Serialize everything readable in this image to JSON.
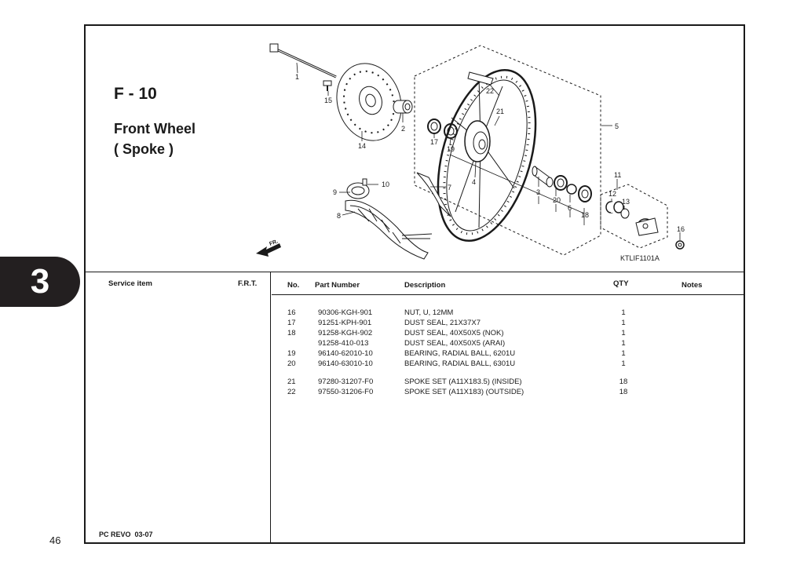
{
  "section": "3",
  "page_number": "46",
  "figure": {
    "id": "F - 10",
    "title_line1": "Front Wheel",
    "title_line2": "( Spoke )",
    "code": "KTLIF1101A",
    "fr_label": "FR.",
    "callouts": [
      "1",
      "2",
      "3",
      "4",
      "5",
      "6",
      "7",
      "8",
      "9",
      "10",
      "11",
      "12",
      "13",
      "14",
      "15",
      "16",
      "17",
      "18",
      "19",
      "20",
      "21",
      "22"
    ]
  },
  "table": {
    "headers": {
      "service_item": "Service item",
      "frt": "F.R.T.",
      "no": "No.",
      "part_number": "Part Number",
      "description": "Description",
      "qty": "QTY",
      "notes": "Notes"
    },
    "rows": [
      {
        "no": "16",
        "part": "90306-KGH-901",
        "desc": "NUT, U, 12MM",
        "qty": "1"
      },
      {
        "no": "17",
        "part": "91251-KPH-901",
        "desc": "DUST SEAL, 21X37X7",
        "qty": "1"
      },
      {
        "no": "18",
        "part": "91258-KGH-902",
        "desc": "DUST SEAL, 40X50X5 (NOK)",
        "qty": "1"
      },
      {
        "no": "",
        "part": "91258-410-013",
        "desc": "DUST SEAL, 40X50X5 (ARAI)",
        "qty": "1"
      },
      {
        "no": "19",
        "part": "96140-62010-10",
        "desc": "BEARING, RADIAL BALL, 6201U",
        "qty": "1"
      },
      {
        "no": "20",
        "part": "96140-63010-10",
        "desc": "BEARING, RADIAL BALL, 6301U",
        "qty": "1"
      },
      {
        "no": "21",
        "part": "97280-31207-F0",
        "desc": "SPOKE SET (A11X183.5) (INSIDE)",
        "qty": "18"
      },
      {
        "no": "22",
        "part": "97550-31206-F0",
        "desc": "SPOKE SET (A11X183) (OUTSIDE)",
        "qty": "18"
      }
    ]
  },
  "footer": {
    "model": "PC REVO",
    "code": "03-07"
  }
}
